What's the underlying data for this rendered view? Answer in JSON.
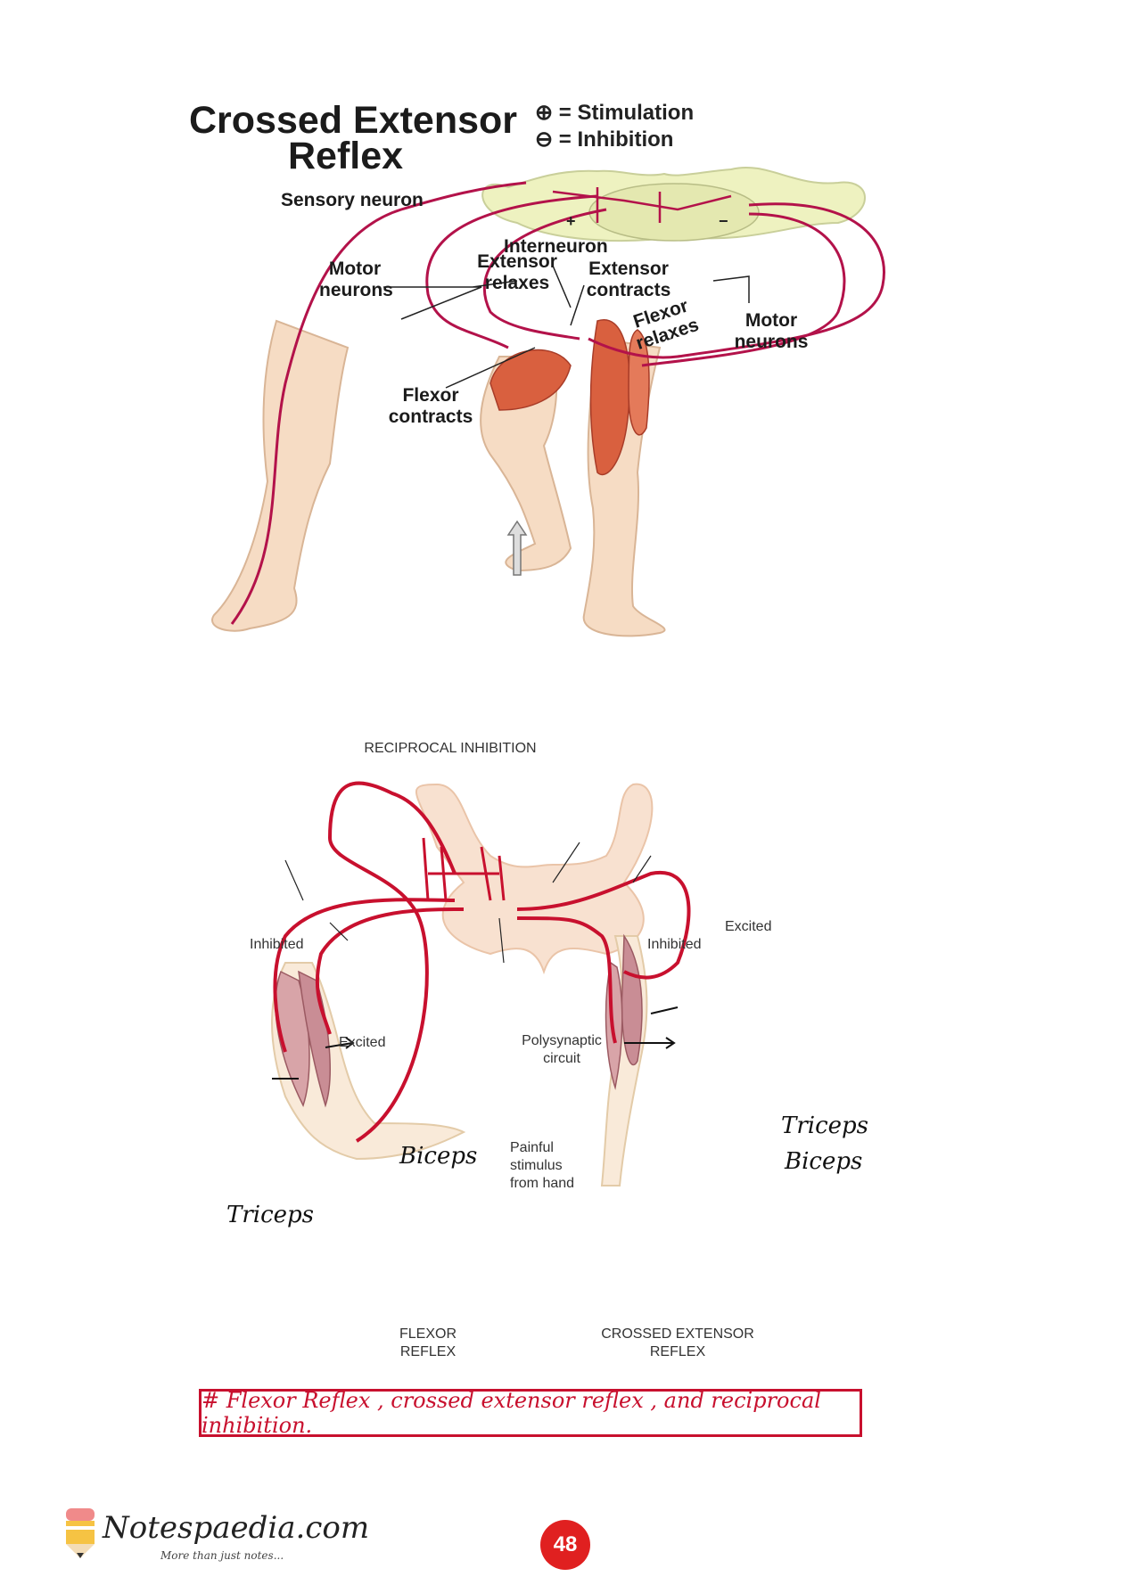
{
  "figure1": {
    "title_line1": "Crossed Extensor",
    "title_line2": "Reflex",
    "legend": {
      "stimulation_symbol": "⊕",
      "stimulation_label": "= Stimulation",
      "inhibition_symbol": "⊖",
      "inhibition_label": "= Inhibition"
    },
    "labels": {
      "sensory_neuron": "Sensory neuron",
      "interneuron": "Interneuron",
      "motor_neurons_left_1": "Motor",
      "motor_neurons_left_2": "neurons",
      "extensor_relaxes_1": "Extensor",
      "extensor_relaxes_2": "relaxes",
      "extensor_contracts_1": "Extensor",
      "extensor_contracts_2": "contracts",
      "flexor_relaxes_1": "Flexor",
      "flexor_relaxes_2": "relaxes",
      "motor_neurons_right_1": "Motor",
      "motor_neurons_right_2": "neurons",
      "flexor_contracts_1": "Flexor",
      "flexor_contracts_2": "contracts",
      "plus": "+",
      "minus": "−"
    }
  },
  "figure2": {
    "title": "RECIPROCAL INHIBITION",
    "labels": {
      "inhibited_left": "Inhibited",
      "excited_left": "Excited",
      "inhibited_right": "Inhibited",
      "excited_right": "Excited",
      "polysynaptic_1": "Polysynaptic",
      "polysynaptic_2": "circuit",
      "painful_1": "Painful",
      "painful_2": "stimulus",
      "painful_3": "from hand",
      "flexor_reflex_1": "FLEXOR",
      "flexor_reflex_2": "REFLEX",
      "crossed_1": "CROSSED EXTENSOR",
      "crossed_2": "REFLEX"
    },
    "handwritten": {
      "biceps_left": "Biceps",
      "triceps_left": "Triceps",
      "triceps_right": "Triceps",
      "biceps_right": "Biceps"
    }
  },
  "caption": "# Flexor Reflex , crossed extensor reflex , and reciprocal inhibition.",
  "footer": {
    "logo_text": "Notespaedia.com",
    "logo_tagline": "More than just notes...",
    "page_number": "48"
  },
  "colors": {
    "nerve": "#b3124a",
    "nerve2": "#c8102e",
    "muscle": "#d9603f",
    "skin": "#f6dcc4",
    "cord": "#eef2c0",
    "caption": "#c8102e"
  }
}
